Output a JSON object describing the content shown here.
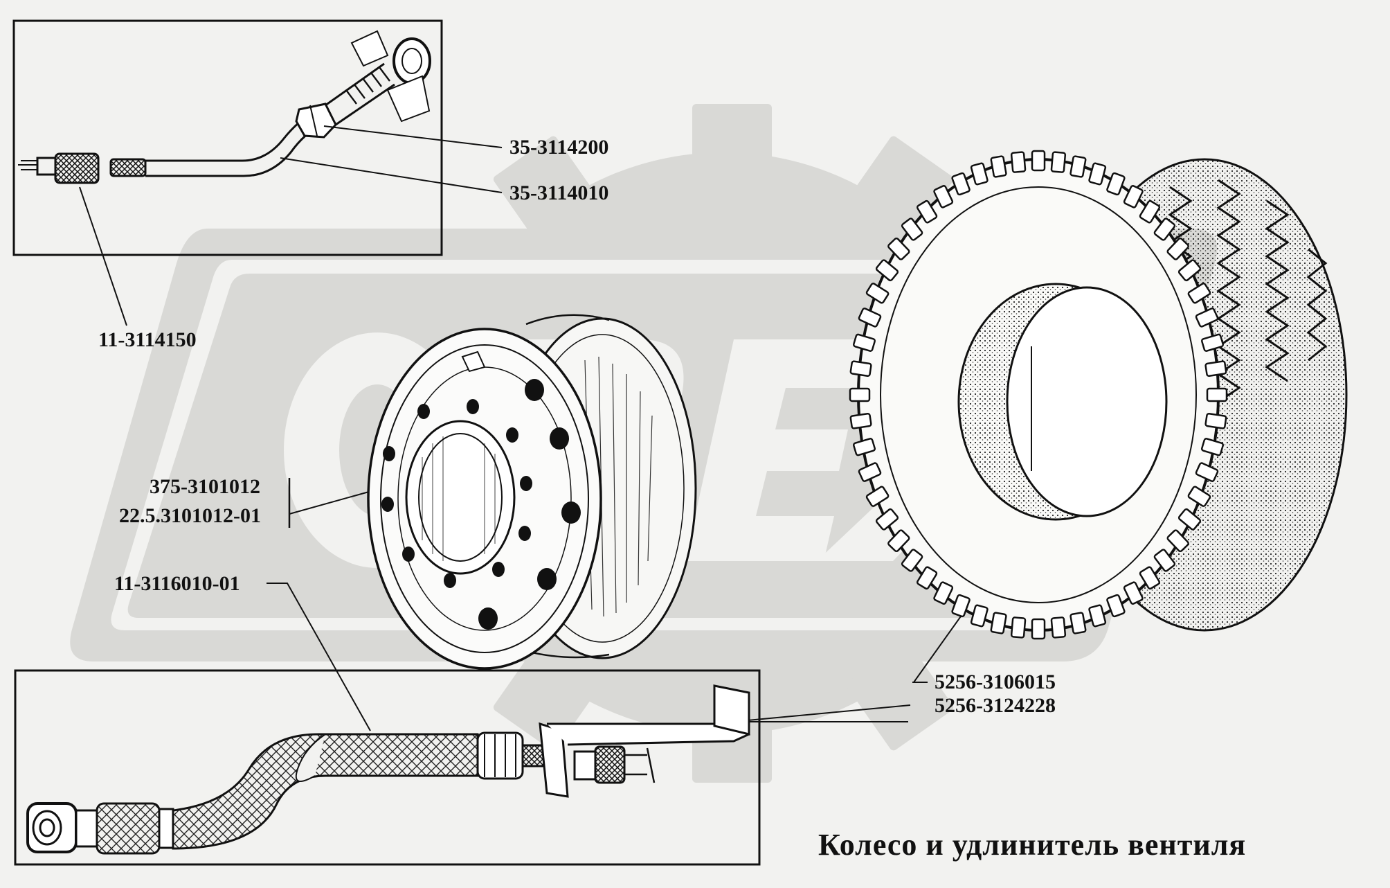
{
  "title": "Колесо и удлинитель вентиля",
  "watermark": "OPEX",
  "labels": {
    "p35_3114200": "35-3114200",
    "p35_3114010": "35-3114010",
    "p11_3114150": "11-3114150",
    "p375_3101012": "375-3101012",
    "p22_5_3101012_01": "22.5.3101012-01",
    "p11_3116010_01": "11-3116010-01",
    "p5256_3106015": "5256-3106015",
    "p5256_3124228": "5256-3124228"
  },
  "colors": {
    "ink": "#111111",
    "paper": "#f2f2f0",
    "watermark": "#d9d9d6"
  }
}
